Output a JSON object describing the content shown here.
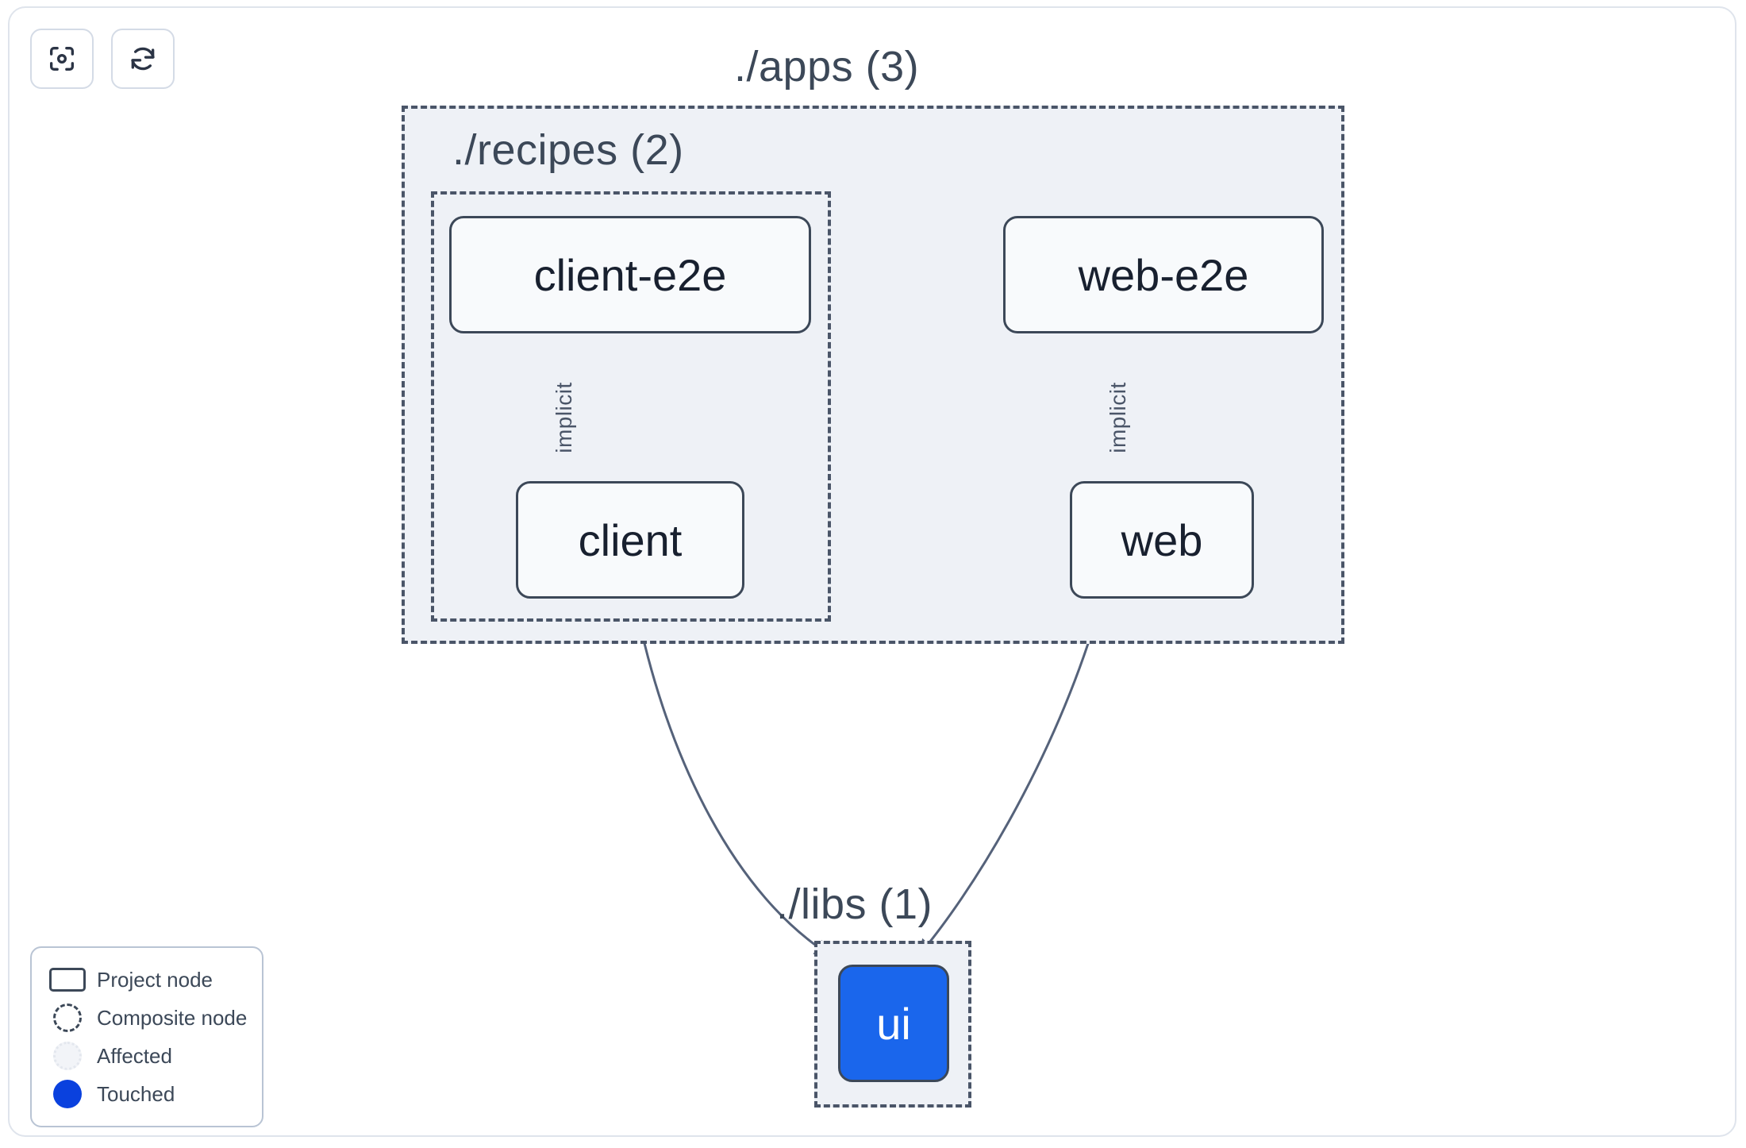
{
  "toolbar": {
    "buttons": [
      {
        "name": "focus-graph-button",
        "icon": "focus-target-icon",
        "label": ""
      },
      {
        "name": "refresh-graph-button",
        "icon": "refresh-icon",
        "label": ""
      }
    ]
  },
  "graph": {
    "groups": [
      {
        "id": "apps",
        "label": "./apps (3)",
        "count": 3,
        "style": "dashed"
      },
      {
        "id": "recipes",
        "label": "./recipes (2)",
        "count": 2,
        "style": "dashed"
      },
      {
        "id": "libs",
        "label": "./libs (1)",
        "count": 1,
        "style": "dashed"
      }
    ],
    "nodes": [
      {
        "id": "client-e2e",
        "label": "client-e2e",
        "group": "recipes",
        "state": "normal"
      },
      {
        "id": "web-e2e",
        "label": "web-e2e",
        "group": "apps",
        "state": "normal"
      },
      {
        "id": "client",
        "label": "client",
        "group": "recipes",
        "state": "normal"
      },
      {
        "id": "web",
        "label": "web",
        "group": "apps",
        "state": "normal"
      },
      {
        "id": "ui",
        "label": "ui",
        "group": "libs",
        "state": "touched"
      }
    ],
    "edges": [
      {
        "from": "client-e2e",
        "to": "client",
        "label": "implicit"
      },
      {
        "from": "web-e2e",
        "to": "web",
        "label": "implicit"
      },
      {
        "from": "client",
        "to": "ui",
        "label": ""
      },
      {
        "from": "web",
        "to": "ui",
        "label": ""
      }
    ]
  },
  "legend": {
    "items": [
      {
        "swatch": "project-node-swatch",
        "label": "Project node"
      },
      {
        "swatch": "composite-node-swatch",
        "label": "Composite node"
      },
      {
        "swatch": "affected-swatch",
        "label": "Affected"
      },
      {
        "swatch": "touched-swatch",
        "label": "Touched"
      }
    ]
  },
  "colors": {
    "touched": "#0a41de",
    "touched_node": "#1a66ec",
    "group_fill": "#eef1f6",
    "border": "#3c4858",
    "node_fill": "#f8fafc",
    "page_border": "#dfe4ec"
  }
}
